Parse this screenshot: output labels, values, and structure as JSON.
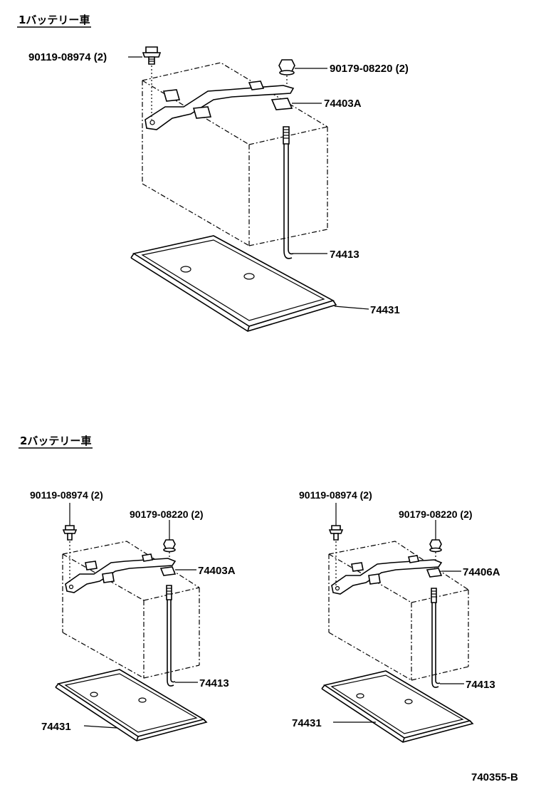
{
  "sections": {
    "single": {
      "title": "1バッテリー車"
    },
    "dual": {
      "title": "2バッテリー車"
    }
  },
  "single": {
    "bolt": "90119-08974 (2)",
    "nut": "90179-08220 (2)",
    "clamp": "74403A",
    "rod": "74413",
    "tray": "74431"
  },
  "dual_left": {
    "bolt": "90119-08974 (2)",
    "nut": "90179-08220 (2)",
    "clamp": "74403A",
    "rod": "74413",
    "tray": "74431"
  },
  "dual_right": {
    "bolt": "90119-08974 (2)",
    "nut": "90179-08220 (2)",
    "clamp": "74406A",
    "rod": "74413",
    "tray": "74431"
  },
  "figure_code": "740355-B"
}
